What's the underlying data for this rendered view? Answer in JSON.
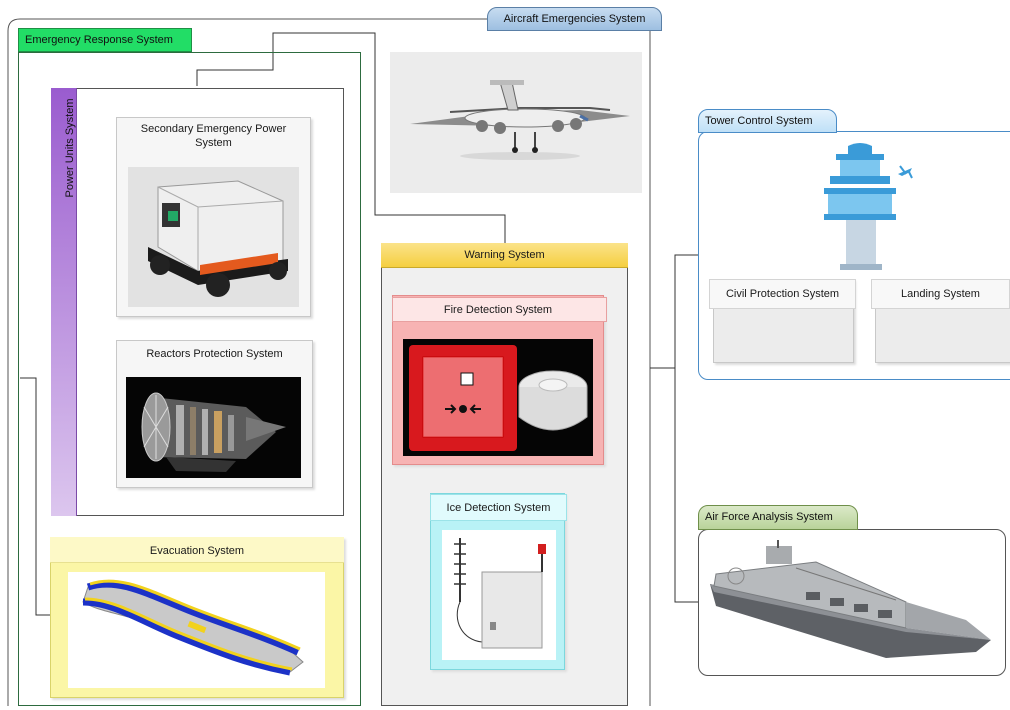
{
  "root": {
    "title": "Aircraft Emergencies System"
  },
  "emergency": {
    "title": "Emergency Response System",
    "power_units": {
      "title": "Power Units System"
    },
    "secondary_power": {
      "title": "Secondary Emergency Power System"
    },
    "reactors": {
      "title": "Reactors Protection System"
    },
    "evacuation": {
      "title": "Evacuation System"
    }
  },
  "warning": {
    "title": "Warning System",
    "fire": {
      "title": "Fire Detection System"
    },
    "ice": {
      "title": "Ice Detection System"
    }
  },
  "tower": {
    "title": "Tower Control System",
    "civil": {
      "title": "Civil Protection System"
    },
    "landing": {
      "title": "Landing System"
    }
  },
  "airforce": {
    "title": "Air Force Analysis System"
  },
  "colors": {
    "emergency_tab": "#22dd66",
    "power_units_bar": "#a974d4",
    "warning_tab": "#f5cf40",
    "fire_bg": "#f7b3b3",
    "ice_bg": "#b9f2f6",
    "evacuation_bg": "#fbf6a6",
    "tower_tab": "#bfe0f7",
    "airforce_tab": "#b9d39a",
    "root_tab": "#9dbfe1"
  },
  "icons": [
    "airplane-image",
    "generator-image",
    "engine-image",
    "evacuation-slide-image",
    "fire-alarm-image",
    "ice-sensor-image",
    "control-tower-icon",
    "ship-image"
  ]
}
